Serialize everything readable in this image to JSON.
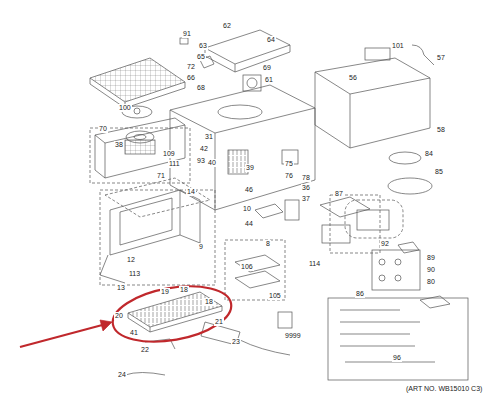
{
  "diagram": {
    "labels": [
      "91",
      "62",
      "63",
      "64",
      "65",
      "72",
      "66",
      "68",
      "69",
      "61",
      "101",
      "57",
      "56",
      "58",
      "100",
      "70",
      "38",
      "109",
      "111",
      "71",
      "31",
      "42",
      "93",
      "40",
      "39",
      "75",
      "76",
      "78",
      "36",
      "37",
      "84",
      "85",
      "46",
      "14",
      "10",
      "9",
      "12",
      "113",
      "13",
      "44",
      "8",
      "87",
      "106",
      "114",
      "105",
      "92",
      "89",
      "90",
      "80",
      "19",
      "18",
      "18",
      "20",
      "41",
      "22",
      "21",
      "23",
      "24",
      "9999",
      "86",
      "96",
      "(ART NO. WB15010 C3)"
    ]
  }
}
